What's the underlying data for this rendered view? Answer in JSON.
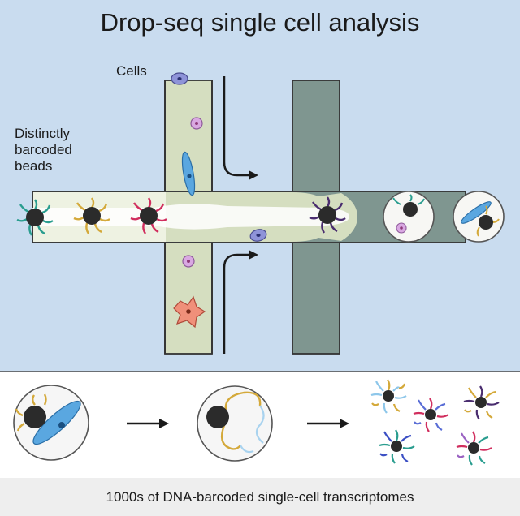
{
  "title": "Drop-seq single cell analysis",
  "labels": {
    "cells": "Cells",
    "beads": "Distinctly\nbarcoded\nbeads"
  },
  "caption": "1000s of DNA-barcoded single-cell transcriptomes",
  "colors": {
    "background": "#c9dcef",
    "channel_fill": "#d5dec0",
    "oil_channel": "#7f9690",
    "bead": "#2b2b2b",
    "barcode_gold": "#d4a93a",
    "barcode_red": "#d12e5e",
    "barcode_teal": "#2a9d8f",
    "barcode_purple": "#4a2d6f",
    "cell_blue": "#5aa7e0",
    "cell_lavender": "#8e93d8",
    "cell_pink": "#d9a8e2",
    "cell_orange": "#f0907a"
  }
}
